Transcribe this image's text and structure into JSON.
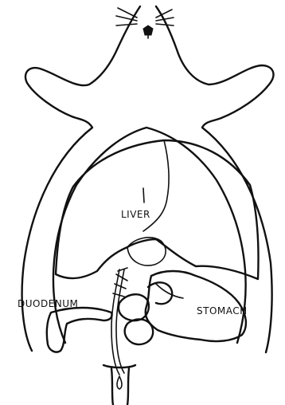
{
  "labels": {
    "liver": "LIVER",
    "duodenum": "DUODENUM",
    "stomach": "STOMACH"
  }
}
